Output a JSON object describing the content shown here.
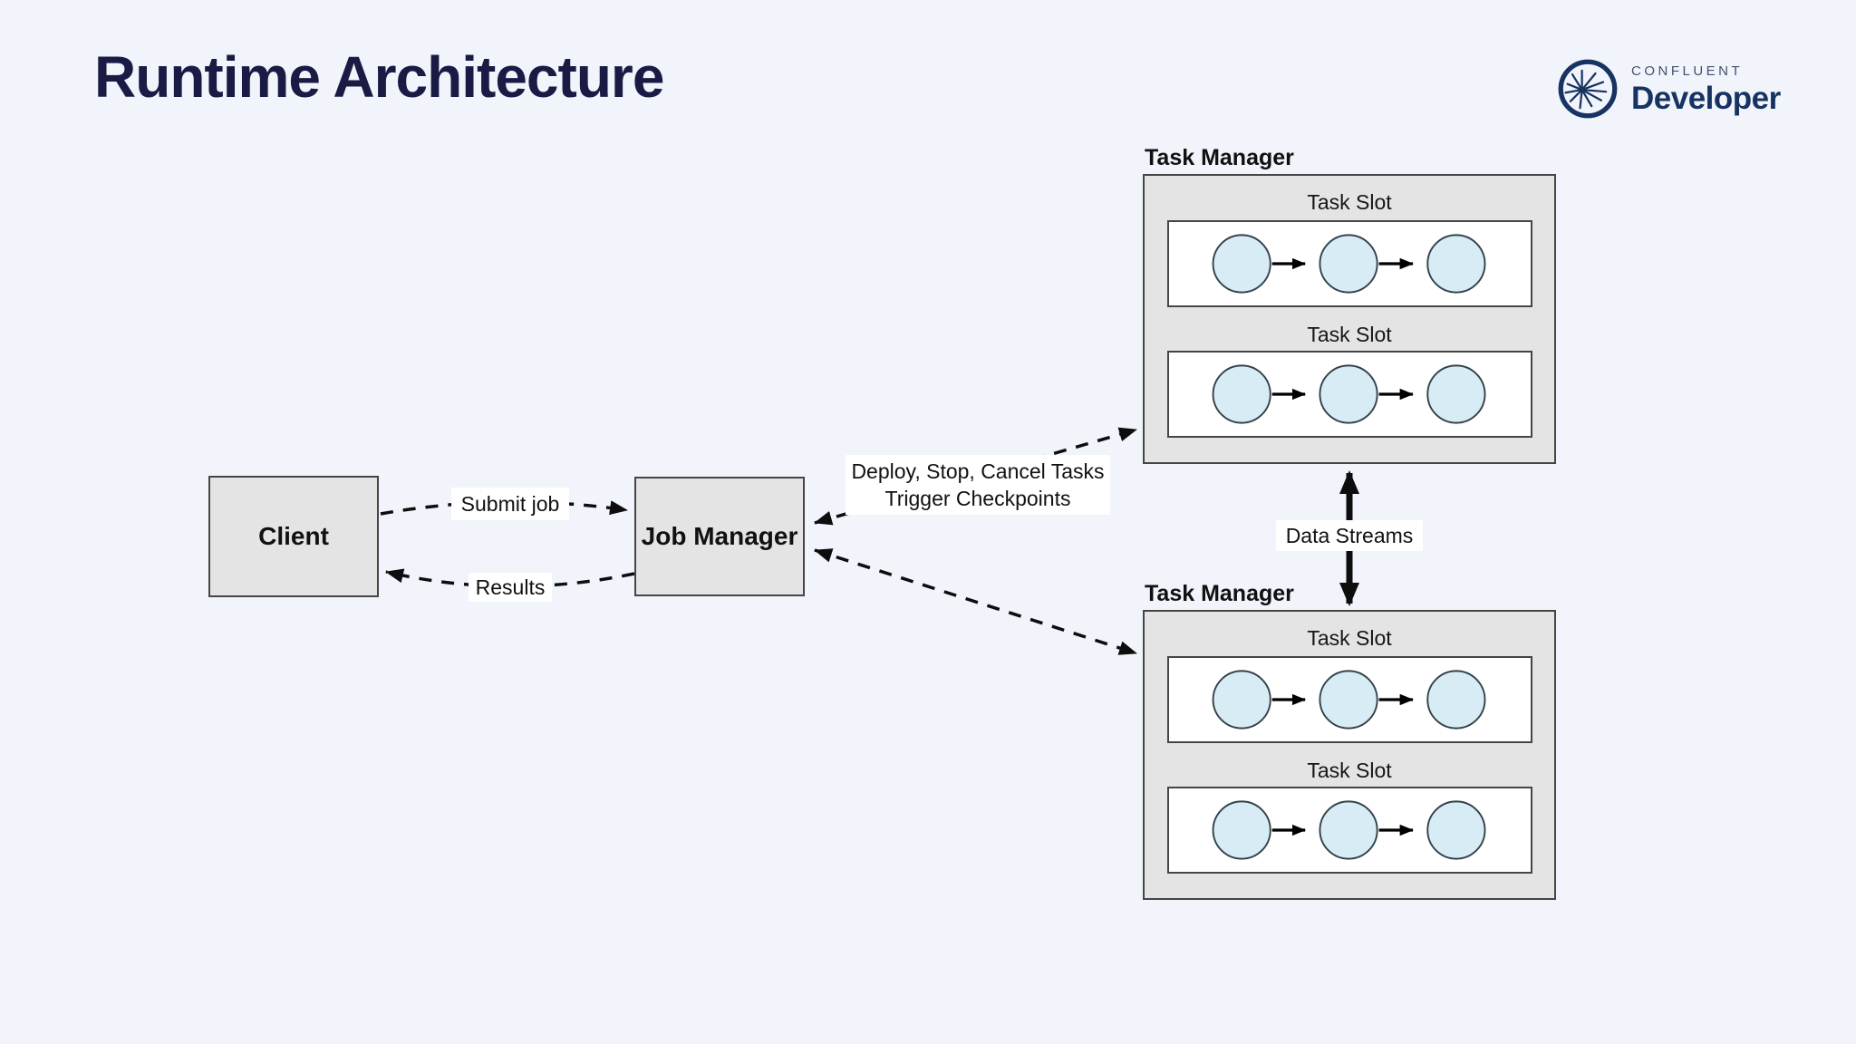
{
  "page": {
    "title": "Runtime Architecture",
    "background_color": "#f1f4fb",
    "title_color": "#1a1b45"
  },
  "logo": {
    "icon": "confluent-starburst-icon",
    "brand": "CONFLUENT",
    "product": "Developer",
    "brand_color": "#173361"
  },
  "diagram": {
    "client": {
      "label": "Client"
    },
    "job_manager": {
      "label": "Job Manager"
    },
    "task_managers": [
      {
        "label": "Task Manager",
        "slots": [
          {
            "label": "Task Slot",
            "task_count": 3
          },
          {
            "label": "Task Slot",
            "task_count": 3
          }
        ]
      },
      {
        "label": "Task Manager",
        "slots": [
          {
            "label": "Task Slot",
            "task_count": 3
          },
          {
            "label": "Task Slot",
            "task_count": 3
          }
        ]
      }
    ],
    "edges": {
      "submit_job": {
        "label": "Submit job",
        "from": "Client",
        "to": "Job Manager",
        "style": "dashed"
      },
      "results": {
        "label": "Results",
        "from": "Job Manager",
        "to": "Client",
        "style": "dashed"
      },
      "deploy": {
        "label_line1": "Deploy, Stop, Cancel Tasks",
        "label_line2": "Trigger Checkpoints",
        "between": "Job Manager and Task Manager 1",
        "style": "dashed-bidirectional"
      },
      "job_manager_to_task_manager_2": {
        "style": "dashed-bidirectional"
      },
      "data_streams": {
        "label": "Data Streams",
        "between": "Task Manager 1 and Task Manager 2",
        "style": "solid-bidirectional"
      }
    },
    "colors": {
      "box_fill": "#e4e4e4",
      "box_border": "#454545",
      "slot_fill": "#ffffff",
      "task_circle_fill": "#d8ecf5",
      "task_circle_border": "#33424a",
      "arrow": "#0d0d0d"
    }
  }
}
